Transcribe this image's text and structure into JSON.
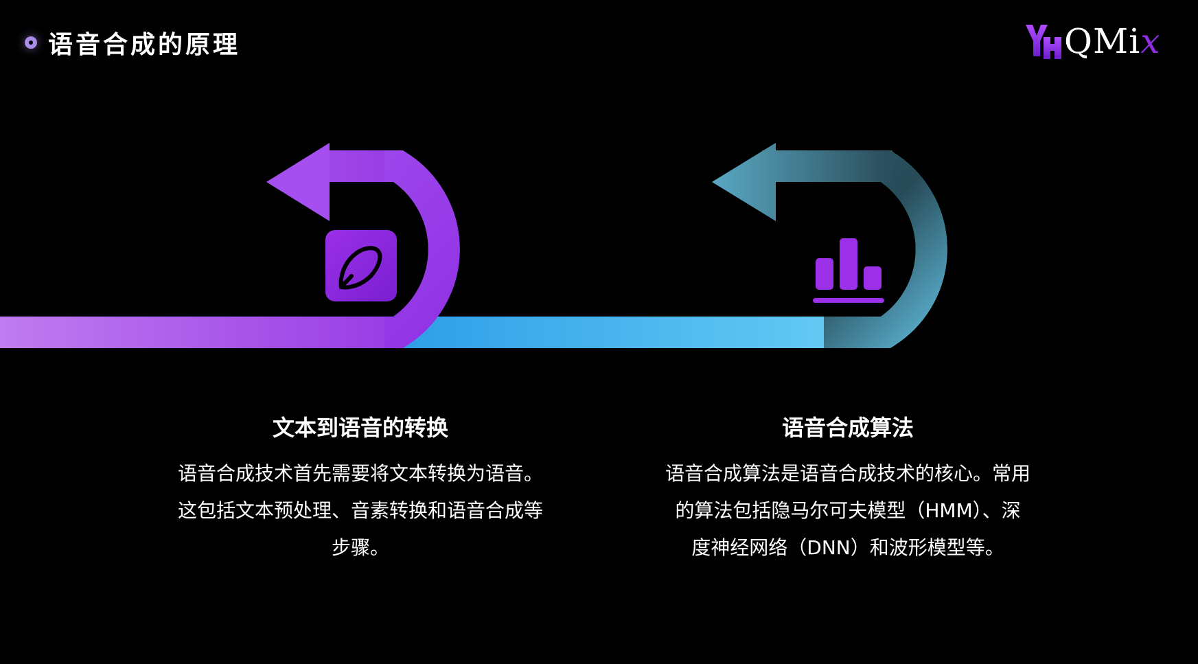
{
  "header": {
    "title": "语音合成的原理",
    "logo": {
      "mark_text": "YH",
      "text": "QMi",
      "accent_text": "x"
    }
  },
  "colors": {
    "purple": "#8e2de2",
    "purple_light": "#c07cf0",
    "cyan": "#6bd0f5",
    "blue": "#2f9fe8",
    "teal_dark": "#2f5a6a"
  },
  "steps": [
    {
      "icon": "pen-icon",
      "heading": "文本到语音的转换",
      "body_lines": [
        "语音合成技术首先需要将文本转换为语音。",
        "这包括文本预处理、音素转换和语音合成等",
        "步骤。"
      ]
    },
    {
      "icon": "bar-chart-icon",
      "heading": "语音合成算法",
      "body_lines": [
        "语音合成算法是语音合成技术的核心。常用",
        "的算法包括隐马尔可夫模型（HMM）、深",
        "度神经网络（DNN）和波形模型等。"
      ]
    }
  ]
}
